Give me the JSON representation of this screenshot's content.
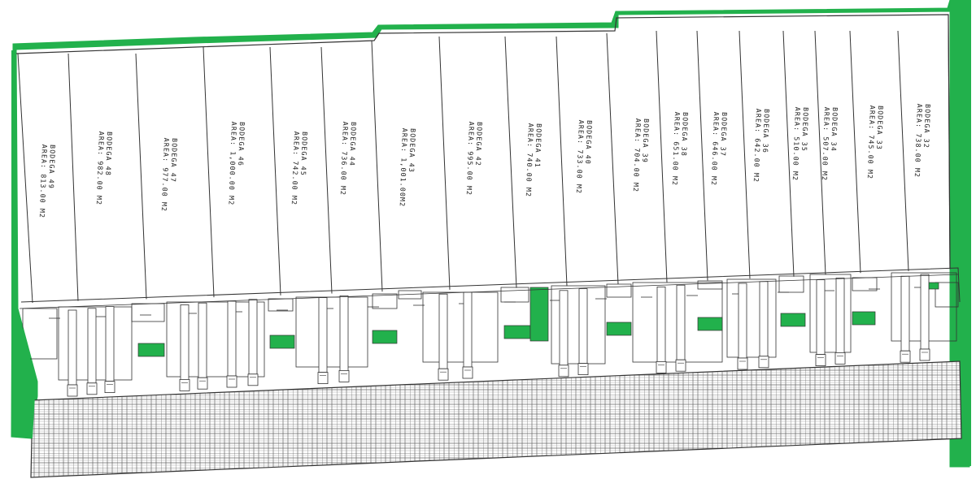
{
  "colors": {
    "boundary": "#22b14c",
    "lines": "#333333",
    "paving": "#555555",
    "background": "#ffffff"
  },
  "bodegas": [
    {
      "name": "BODEGA 49",
      "area": "AREA: 813.00 M2"
    },
    {
      "name": "BODEGA 48",
      "area": "AREA: 982.00 M2"
    },
    {
      "name": "BODEGA 47",
      "area": "AREA: 977.00 M2"
    },
    {
      "name": "BODEGA 46",
      "area": "AREA: 1,000.00 M2"
    },
    {
      "name": "BODEGA 45",
      "area": "AREA: 742.00 M2"
    },
    {
      "name": "BODEGA 44",
      "area": "AREA: 736.00 M2"
    },
    {
      "name": "BODEGA 43",
      "area": "AREA: 1,001.00M2"
    },
    {
      "name": "BODEGA 42",
      "area": "AREA: 995.00 M2"
    },
    {
      "name": "BODEGA 41",
      "area": "AREA: 740.00 M2"
    },
    {
      "name": "BODEGA 40",
      "area": "AREA: 733.00 M2"
    },
    {
      "name": "BODEGA 39",
      "area": "AREA: 704.00 M2"
    },
    {
      "name": "BODEGA 38",
      "area": "AREA: 651.00 M2"
    },
    {
      "name": "BODEGA 37",
      "area": "AREA: 646.00 M2"
    },
    {
      "name": "BODEGA 36",
      "area": "AREA: 642.00 M2"
    },
    {
      "name": "BODEGA 35",
      "area": "AREA: 510.00 M2"
    },
    {
      "name": "BODEGA 34",
      "area": "AREA: 507.00 M2"
    },
    {
      "name": "BODEGA 33",
      "area": "AREA: 745.00 M2"
    },
    {
      "name": "BODEGA 32",
      "area": "AREA: 738.00 M2"
    }
  ]
}
